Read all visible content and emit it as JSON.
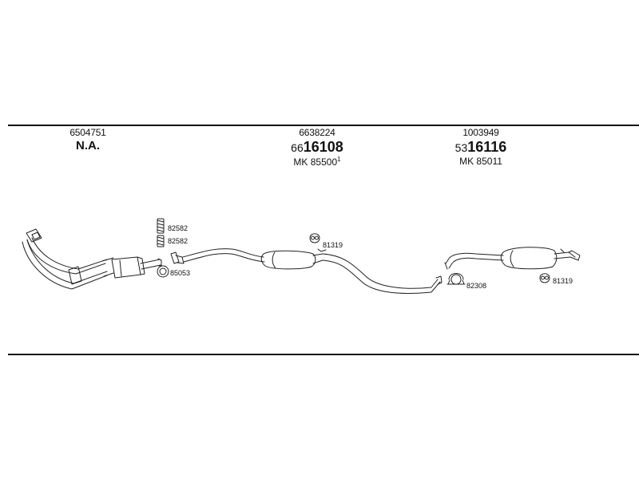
{
  "parts": [
    {
      "oem": "6504751",
      "main": "N.A."
    },
    {
      "oem": "6638224",
      "main_prefix": "66",
      "main_suffix": "16108",
      "mk": "MK 85500",
      "mk_sup": "1"
    },
    {
      "oem": "1003949",
      "main_prefix": "53",
      "main_suffix": "16116",
      "mk": "MK 85011"
    }
  ],
  "labels": {
    "spring_top": "82582",
    "spring_bottom": "82582",
    "gasket": "85053",
    "hanger_mid": "81319",
    "clamp": "82308",
    "hanger_rear": "81319"
  }
}
